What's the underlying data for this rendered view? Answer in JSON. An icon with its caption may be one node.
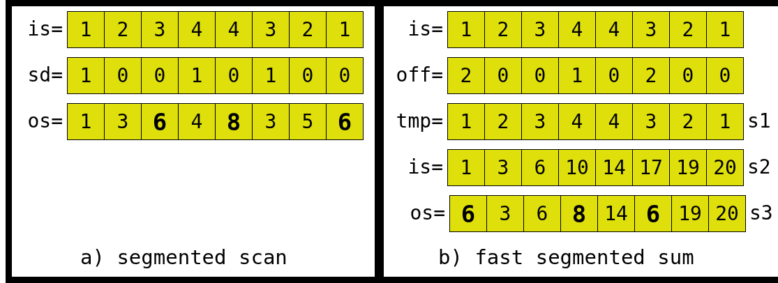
{
  "diagram": {
    "nodes": [
      {
        "text": [
          "a) segmented scan"
        ]
      },
      {
        "text": [
          "b) fast segmented sum"
        ]
      }
    ],
    "labels": [
      "is=",
      "1",
      "2",
      "3",
      "4",
      "4",
      "3",
      "2",
      "1",
      "sd=",
      "1",
      "0",
      "0",
      "1",
      "0",
      "1",
      "0",
      "0",
      "os=",
      "1",
      "3",
      "6",
      "4",
      "8",
      "3",
      "5",
      "6",
      "is=",
      "1",
      "2",
      "3",
      "4",
      "4",
      "3",
      "2",
      "1",
      "off=",
      "2",
      "0",
      "0",
      "1",
      "0",
      "2",
      "0",
      "0",
      "tmp=",
      "1",
      "2",
      "3",
      "4",
      "4",
      "3",
      "2",
      "1",
      "s1",
      "is=",
      "1",
      "3",
      "6",
      "10",
      "14",
      "17",
      "19",
      "20",
      "s2",
      "os=",
      "6",
      "3",
      "6",
      "8",
      "14",
      "6",
      "19",
      "20",
      "s3"
    ]
  }
}
